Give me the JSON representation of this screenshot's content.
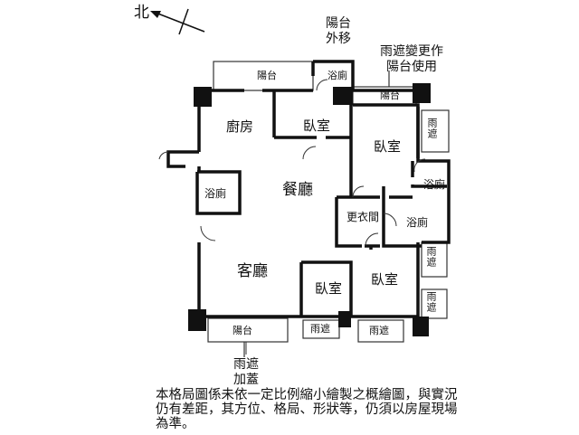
{
  "compass": {
    "label": "北"
  },
  "callouts": {
    "balcony_move": [
      "陽台",
      "外移"
    ],
    "canopy_change": [
      "雨遮變更作",
      "陽台使用"
    ],
    "canopy_cover": [
      "雨遮",
      "加蓋"
    ]
  },
  "rooms": {
    "balcony_top": "陽台",
    "bath_top": "浴廁",
    "balcony_right": "陽台",
    "kitchen": "廚房",
    "bedroom_top": "臥室",
    "bedroom_right": "臥室",
    "canopy_right_1": "雨遮",
    "bath_right": "浴廁",
    "bath_left": "浴廁",
    "dining": "餐廳",
    "closet": "更衣間",
    "bath_mid": "浴廁",
    "canopy_right_2": "雨遮",
    "living": "客廳",
    "bedroom_small": "臥室",
    "bedroom_bottom": "臥室",
    "canopy_right_3": "雨遮",
    "balcony_bottom": "陽台",
    "canopy_bottom_1": "雨遮",
    "canopy_bottom_2": "雨遮"
  },
  "disclaimer": "本格局圖係未依一定比例縮小繪製之概繪圖，與實況仍有差距，其方位、格局、形狀等，仍須以房屋現場為準。"
}
